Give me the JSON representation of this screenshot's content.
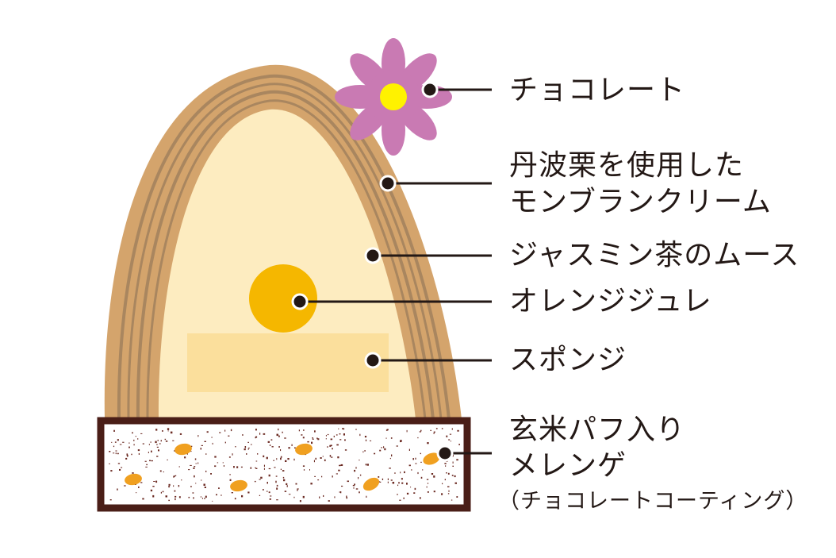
{
  "labels": {
    "chocolate": "チョコレート",
    "chestnut_cream_1": "丹波栗を使用した",
    "chestnut_cream_2": "モンブランクリーム",
    "jasmine_mousse": "ジャスミン茶のムース",
    "orange_jelly": "オレンジジュレ",
    "sponge": "スポンジ",
    "meringue_1": "玄米パフ入り",
    "meringue_2": "メレンゲ",
    "meringue_3": "（チョコレートコーティング）"
  },
  "colors": {
    "cream_outer": "#d4a46c",
    "cream_stripe": "#a9865f",
    "mousse": "#fdecc0",
    "orange": "#f5b700",
    "sponge": "#fbdf9c",
    "meringue_border": "#4a1e17",
    "flower": "#c97ab3",
    "flower_center": "#fff200",
    "leader": "#231815"
  }
}
